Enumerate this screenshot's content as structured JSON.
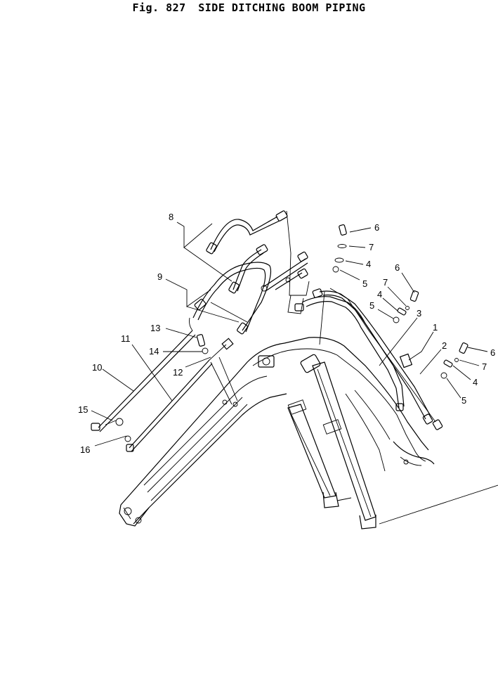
{
  "figure": {
    "number": "Fig. 827",
    "title": "SIDE DITCHING BOOM PIPING"
  },
  "callouts": [
    {
      "id": "c8",
      "text": "8"
    },
    {
      "id": "c9",
      "text": "9"
    },
    {
      "id": "c13",
      "text": "13"
    },
    {
      "id": "c11",
      "text": "11"
    },
    {
      "id": "c14",
      "text": "14"
    },
    {
      "id": "c12",
      "text": "12"
    },
    {
      "id": "c10",
      "text": "10"
    },
    {
      "id": "c15",
      "text": "15"
    },
    {
      "id": "c16",
      "text": "16"
    },
    {
      "id": "c6a",
      "text": "6"
    },
    {
      "id": "c7a",
      "text": "7"
    },
    {
      "id": "c4a",
      "text": "4"
    },
    {
      "id": "c5a",
      "text": "5"
    },
    {
      "id": "c6b",
      "text": "6"
    },
    {
      "id": "c7b",
      "text": "7"
    },
    {
      "id": "c4b",
      "text": "4"
    },
    {
      "id": "c5b",
      "text": "5"
    },
    {
      "id": "c3",
      "text": "3"
    },
    {
      "id": "c1",
      "text": "1"
    },
    {
      "id": "c2",
      "text": "2"
    },
    {
      "id": "c6c",
      "text": "6"
    },
    {
      "id": "c7c",
      "text": "7"
    },
    {
      "id": "c4c",
      "text": "4"
    },
    {
      "id": "c5c",
      "text": "5"
    }
  ]
}
